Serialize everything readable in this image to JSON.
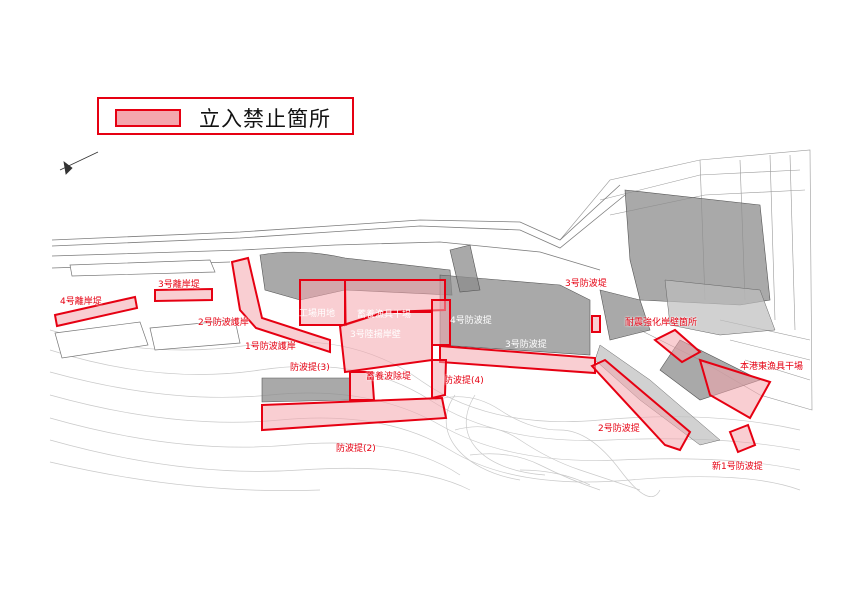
{
  "legend": {
    "label": "立入禁止箇所"
  },
  "colors": {
    "restricted_fill": "#f4a6ad",
    "restricted_border": "#e60012",
    "structure": "#8c8c8c"
  },
  "labels": {
    "breakwater4_shore": "4号離岸堤",
    "breakwater3_shore": "3号離岸堤",
    "wave_protection_2": "2号防波護岸",
    "seawall_1": "1号防波護岸",
    "processing_site": "加工場用地",
    "culture_gear_yard": "蓄養漁具干場",
    "landing_quay_3": "3号陸揚岸壁",
    "breakwater_3_3": "防波提(3)",
    "culture_wave_barrier": "蓄養波除堤",
    "breakwater_2_2": "防波提(2)",
    "breakwater_4_4": "防波提(4)",
    "breakwater_4": "4号防波提",
    "breakwater_3": "3号防波提",
    "breakwater_3b": "3号防波堤",
    "quake_quay": "耐震強化岸壁箇所",
    "honko_gear_yard": "本港東漁具干場",
    "breakwater_2": "2号防波提",
    "breakwater_new1": "新1号防波提"
  }
}
